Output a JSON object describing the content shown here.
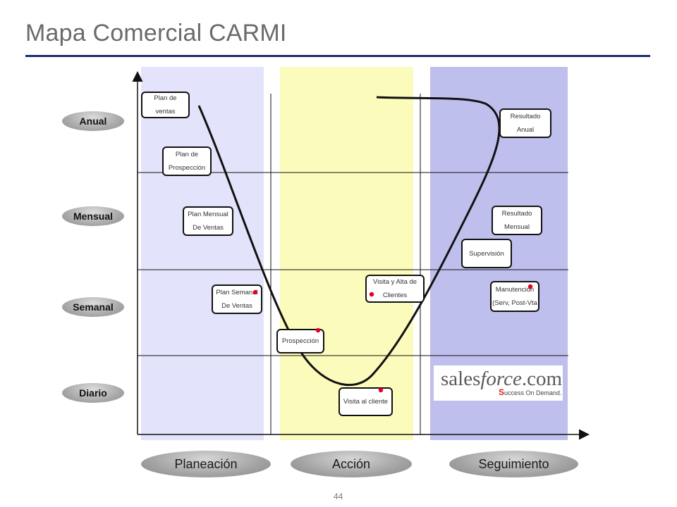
{
  "title": "Mapa Comercial CARMI",
  "page_number": "44",
  "rows": [
    "Anual",
    "Mensual",
    "Semanal",
    "Diario"
  ],
  "columns": [
    "Planeación",
    "Acción",
    "Seguimiento"
  ],
  "boxes": {
    "plan_ventas": [
      "Plan de",
      "ventas"
    ],
    "plan_prospeccion": [
      "Plan de",
      "Prospección"
    ],
    "plan_mensual": [
      "Plan Mensual",
      "De Ventas"
    ],
    "plan_semanal": [
      "Plan Semanal",
      "De Ventas"
    ],
    "prospeccion": "Prospección",
    "visita_cliente": "Visita al cliente",
    "visita_alta": [
      "Visita y Alta de",
      "Clientes"
    ],
    "resultado_anual": [
      "Resultado",
      "Anual"
    ],
    "resultado_mensual": [
      "Resultado",
      "Mensual"
    ],
    "supervision": "Supervisión",
    "manutencion": [
      "Manutención",
      "(Serv, Post-Vta"
    ]
  },
  "logo": {
    "brand": "salesforce.com",
    "brand_prefix": "sales",
    "brand_italic": "force",
    "brand_suffix": ".com",
    "tagline": "uccess On Demand.",
    "tagline_s": "S"
  },
  "colors": {
    "column_planeacion": "#e3e3fb",
    "column_accion": "#fbfbbc",
    "column_seguimiento": "#bfbfee",
    "title_rule": "#1c2a6e",
    "marker_dot": "#e0002a"
  }
}
